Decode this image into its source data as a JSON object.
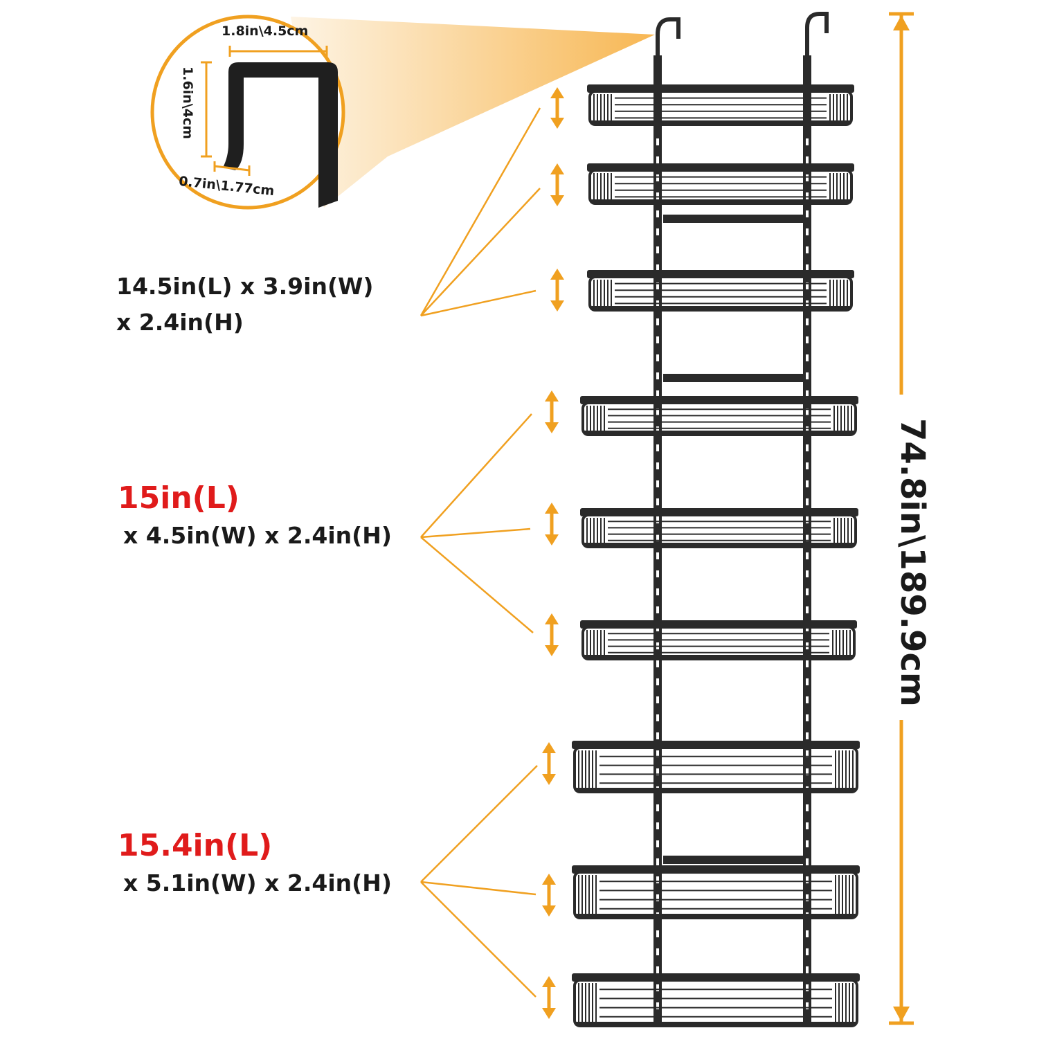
{
  "colors": {
    "accent": "#f0a020",
    "rack": "#2a2a2a",
    "highlight": "#e01b1b",
    "text": "#1a1a1a"
  },
  "hook": {
    "width_label": "1.8in\\4.5cm",
    "height_label": "1.6in\\4cm",
    "depth_label": "0.7in\\1.77cm"
  },
  "total_height_label": "74.8in\\189.9cm",
  "groups": [
    {
      "line1": "",
      "line2": "",
      "text_a": "14.5in(L) x 3.9in(W)",
      "text_b": "x 2.4in(H)",
      "highlight": "",
      "rest": ""
    },
    {
      "highlight": "15in(L)",
      "rest": "x 4.5in(W) x 2.4in(H)"
    },
    {
      "highlight": "15.4in(L)",
      "rest": "x 5.1in(W) x 2.4in(H)"
    }
  ]
}
